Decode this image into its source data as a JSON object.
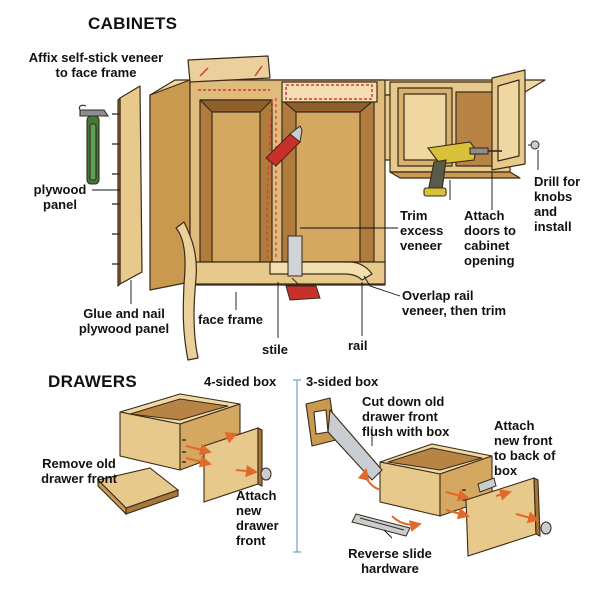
{
  "headings": {
    "cabinets": "CABINETS",
    "drawers": "DRAWERS"
  },
  "cabinet_labels": {
    "affix_veneer": "Affix self-stick veneer\nto face frame",
    "plywood_panel": "plywood\npanel",
    "glue_nail": "Glue and nail\nplywood panel",
    "face_frame": "face frame",
    "stile": "stile",
    "rail": "rail",
    "trim_excess": "Trim\nexcess\nveneer",
    "attach_doors": "Attach\ndoors to\ncabinet\nopening",
    "drill_knobs": "Drill for\nknobs\nand\ninstall",
    "overlap_rail": "Overlap rail\nveneer, then trim"
  },
  "drawer_labels": {
    "four_sided": "4-sided box",
    "three_sided": "3-sided box",
    "remove_old": "Remove old\ndrawer front",
    "attach_new_drawer": "Attach\nnew\ndrawer\nfront",
    "cut_down": "Cut down old\ndrawer front\nflush with box",
    "attach_back": "Attach\nnew front\nto back of\nbox",
    "reverse_slide": "Reverse slide\nhardware"
  },
  "colors": {
    "wood": "#e8c98c",
    "wood_dark": "#c9994f",
    "wood_shadow": "#a8773a",
    "outline": "#3a2a18",
    "arrow": "#e06a2c",
    "veneer_marks": "#d83a3a",
    "divider": "#6fa3c7",
    "text": "#111111"
  },
  "icons": [
    "hammer-icon",
    "drill-icon",
    "utility-knife-icon",
    "handsaw-icon",
    "drawer-knob-icon",
    "drawer-slide-icon"
  ]
}
